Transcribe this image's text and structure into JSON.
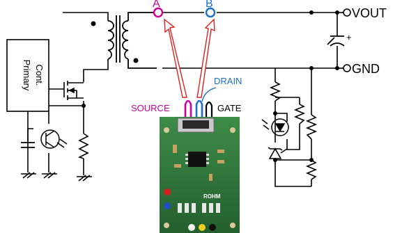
{
  "labels": {
    "node_a": "A",
    "node_b": "B",
    "vout": "VOUT",
    "gnd": "GND",
    "source": "SOURCE",
    "drain": "DRAIN",
    "gate": "GATE",
    "primary_line1": "Primary",
    "primary_line2": "Cont.",
    "cap_plus": "+",
    "board_brand": "ROHM"
  },
  "colors": {
    "node_a": "#cc0099",
    "node_b": "#1a6fcc",
    "arrow": "#e02020",
    "wire": "#000000",
    "pcb": "#2c7a3a"
  },
  "icons": [
    "transformer-icon",
    "mosfet-icon",
    "capacitor-icon",
    "optocoupler-icon",
    "zener-icon",
    "resistor-icon",
    "ground-icon"
  ]
}
